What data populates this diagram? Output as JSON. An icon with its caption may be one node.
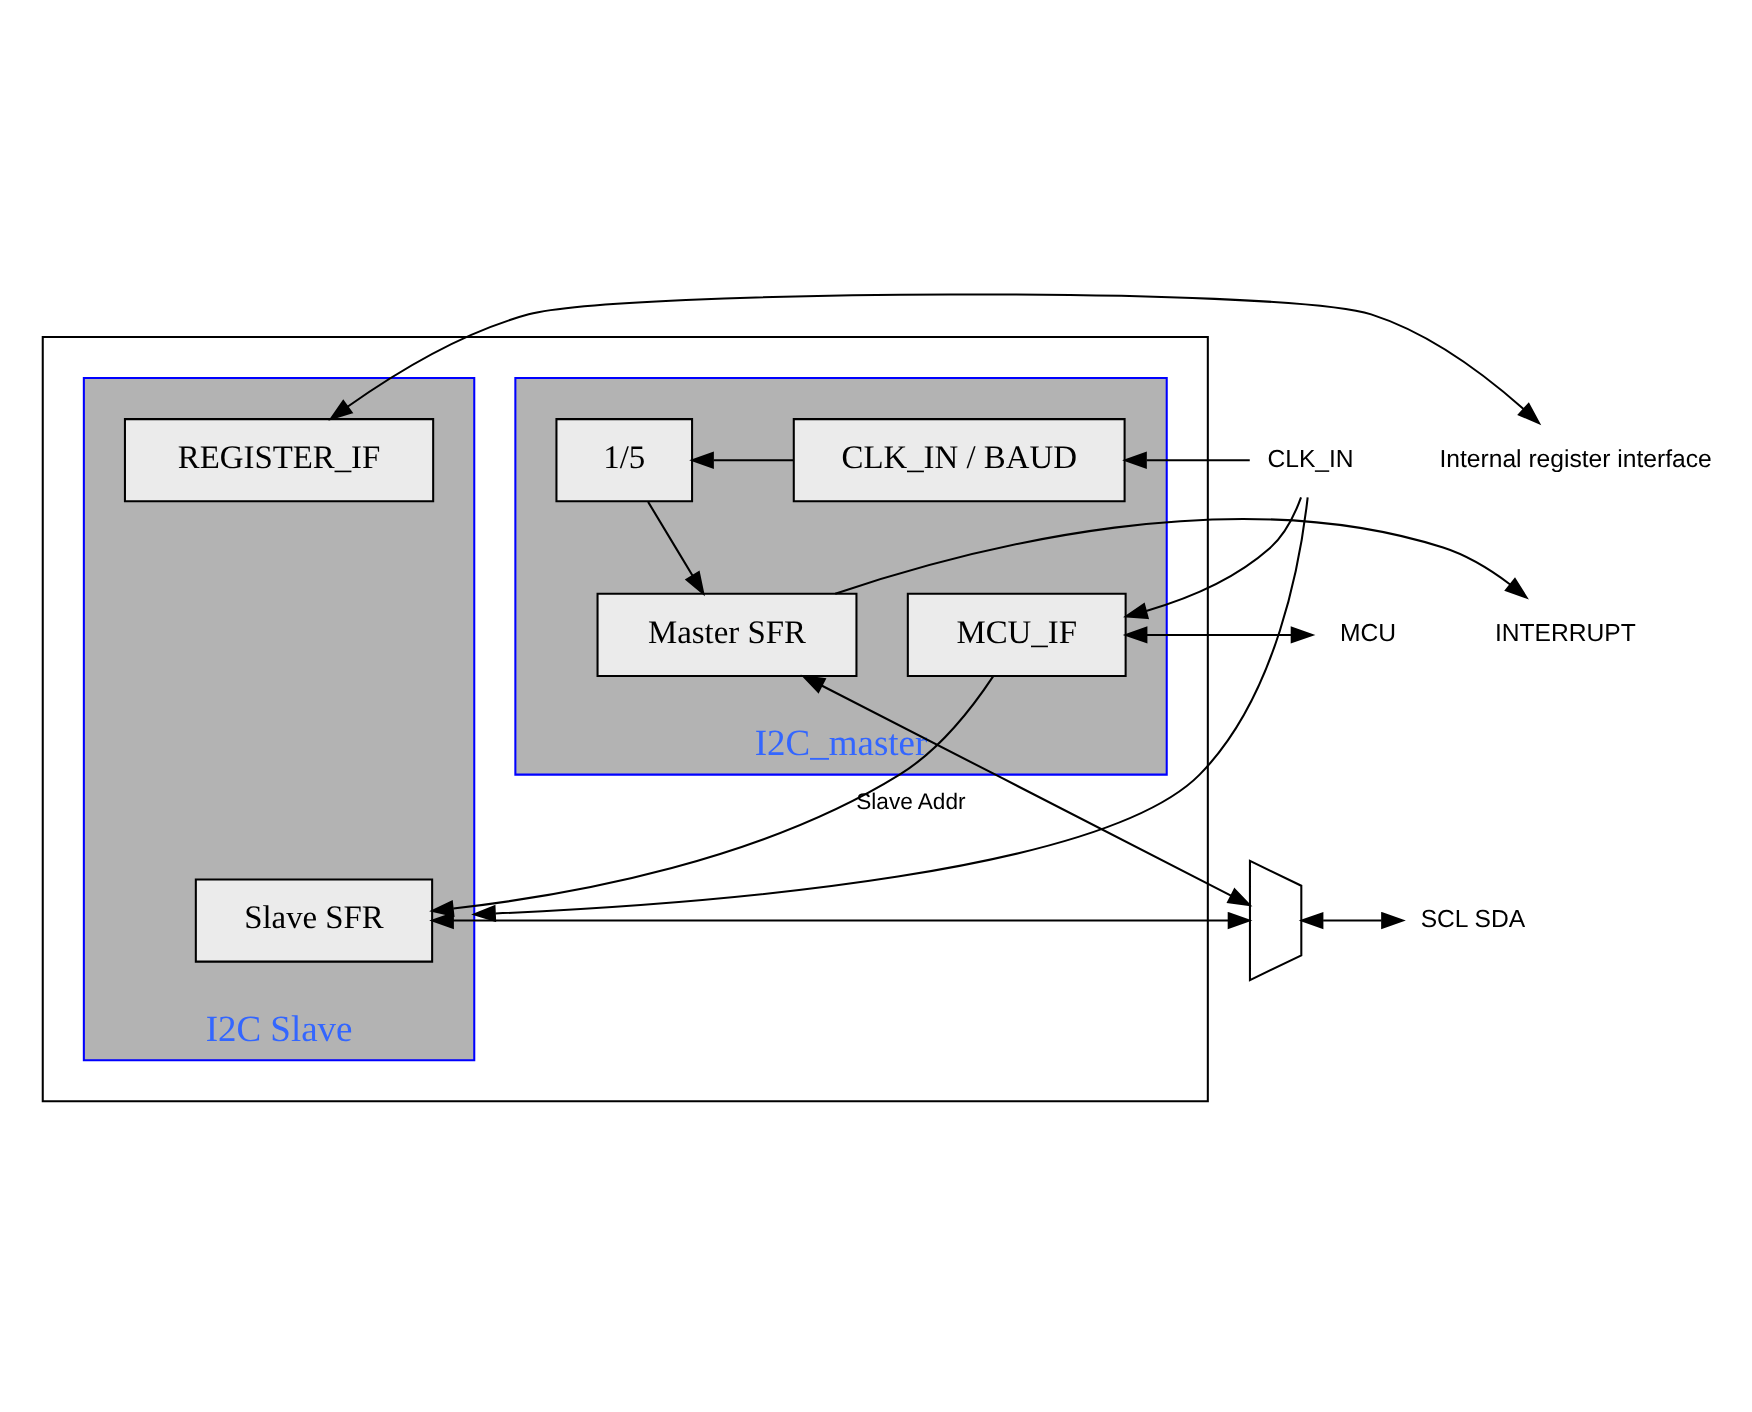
{
  "diagram": {
    "nodes": [
      {
        "text": [],
        "shape": "box"
      },
      {
        "text": [
          "I2C Slave"
        ],
        "in": 0
      },
      {
        "text": [
          "REGISTER_IF"
        ],
        "in": 1
      },
      {
        "text": [
          "Slave SFR"
        ],
        "in": 1
      },
      {
        "text": [
          "I2C_master"
        ],
        "in": 0
      },
      {
        "text": [
          "MCU_IF"
        ],
        "in": 4
      },
      {
        "text": [
          "CLK_IN / BAUD"
        ],
        "in": 4
      },
      {
        "text": [
          "1/5"
        ],
        "in": 4
      },
      {
        "text": [
          "Master SFR"
        ],
        "in": 4
      },
      {
        "text": [],
        "shape": "trapezoid"
      },
      {
        "text": [
          "Internal register interface"
        ]
      },
      {
        "text": [
          "SCL SDA"
        ]
      },
      {
        "text": [
          "MCU"
        ]
      },
      {
        "text": [
          "CLK_IN"
        ]
      },
      {
        "text": [
          "INTERRUPT"
        ]
      }
    ],
    "edges": [
      {
        "from": 2,
        "to": 10,
        "arrow": "both"
      },
      {
        "from": 13,
        "to": 1,
        "arrow": "to"
      },
      {
        "from": 3,
        "to": 9,
        "arrow": "both"
      },
      {
        "from": 9,
        "to": 11,
        "arrow": "both"
      },
      {
        "from": 5,
        "to": 3,
        "arrow": "to",
        "label": "Slave Addr"
      },
      {
        "from": 13,
        "to": 5,
        "arrow": "to"
      },
      {
        "from": 5,
        "to": 12,
        "arrow": "both"
      },
      {
        "from": 13,
        "to": 6,
        "arrow": "to"
      },
      {
        "from": 6,
        "to": 7,
        "arrow": "to"
      },
      {
        "from": 7,
        "to": 8,
        "arrow": "to"
      },
      {
        "from": 8,
        "to": 9,
        "arrow": "both"
      },
      {
        "from": 8,
        "to": 14,
        "arrow": "to"
      }
    ]
  }
}
